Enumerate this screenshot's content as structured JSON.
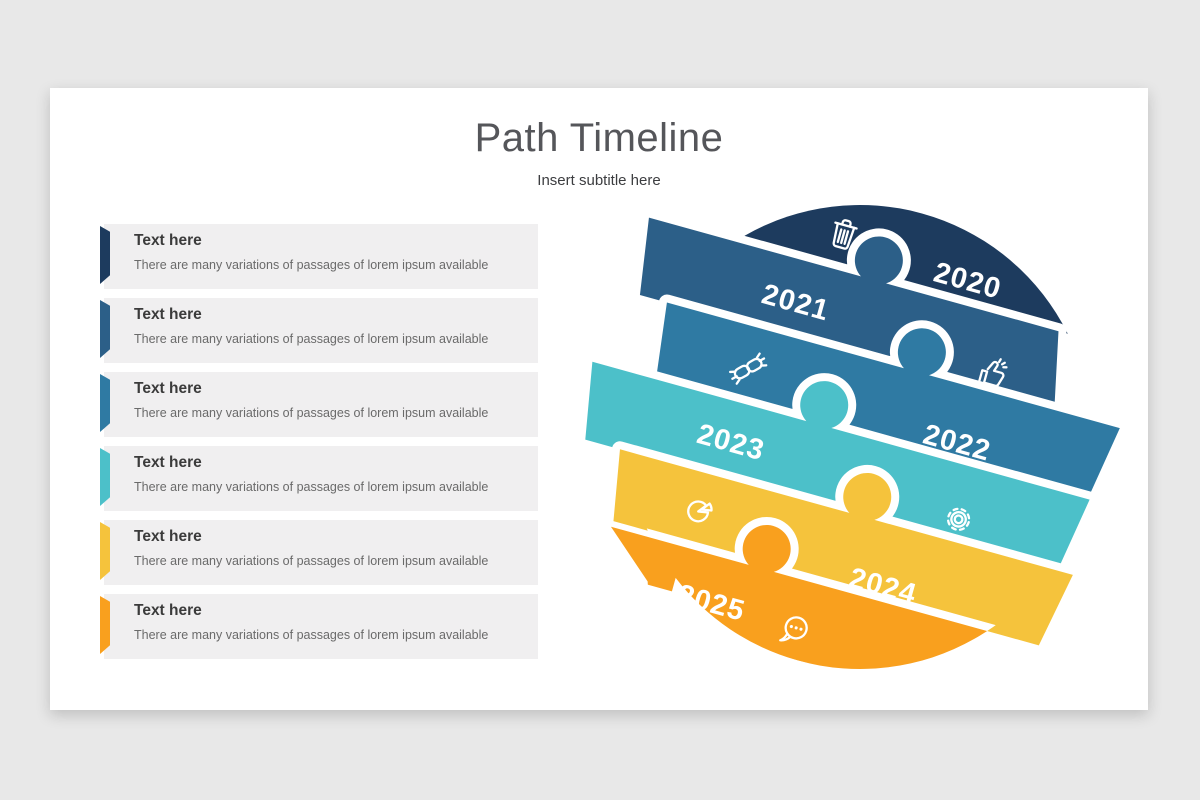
{
  "slide": {
    "title": "Path Timeline",
    "subtitle": "Insert subtitle here"
  },
  "list": {
    "items": [
      {
        "title": "Text here",
        "description": "There are many variations of passages of lorem ipsum available",
        "accent_color": "#1d3b5e"
      },
      {
        "title": "Text here",
        "description": "There are many variations of passages of lorem ipsum available",
        "accent_color": "#2c5f88"
      },
      {
        "title": "Text here",
        "description": "There are many variations of passages of lorem ipsum available",
        "accent_color": "#2f7aa3"
      },
      {
        "title": "Text here",
        "description": "There are many variations of passages of lorem ipsum available",
        "accent_color": "#4cc0c9"
      },
      {
        "title": "Text here",
        "description": "There are many variations of passages of lorem ipsum available",
        "accent_color": "#f5c33c"
      },
      {
        "title": "Text here",
        "description": "There are many variations of passages of lorem ipsum available",
        "accent_color": "#f9a01e"
      }
    ]
  },
  "diagram": {
    "bands": [
      {
        "year": "2020",
        "color": "#1d3b5e",
        "icon": "trash-icon"
      },
      {
        "year": "2021",
        "color": "#2c5f88",
        "icon": "thumbs-up-icon"
      },
      {
        "year": "2022",
        "color": "#2f7aa3",
        "icon": "link-icon"
      },
      {
        "year": "2023",
        "color": "#4cc0c9",
        "icon": "gear-icon"
      },
      {
        "year": "2024",
        "color": "#f5c33c",
        "icon": "pie-chart-icon"
      },
      {
        "year": "2025",
        "color": "#f9a01e",
        "icon": "chat-icon"
      }
    ]
  }
}
